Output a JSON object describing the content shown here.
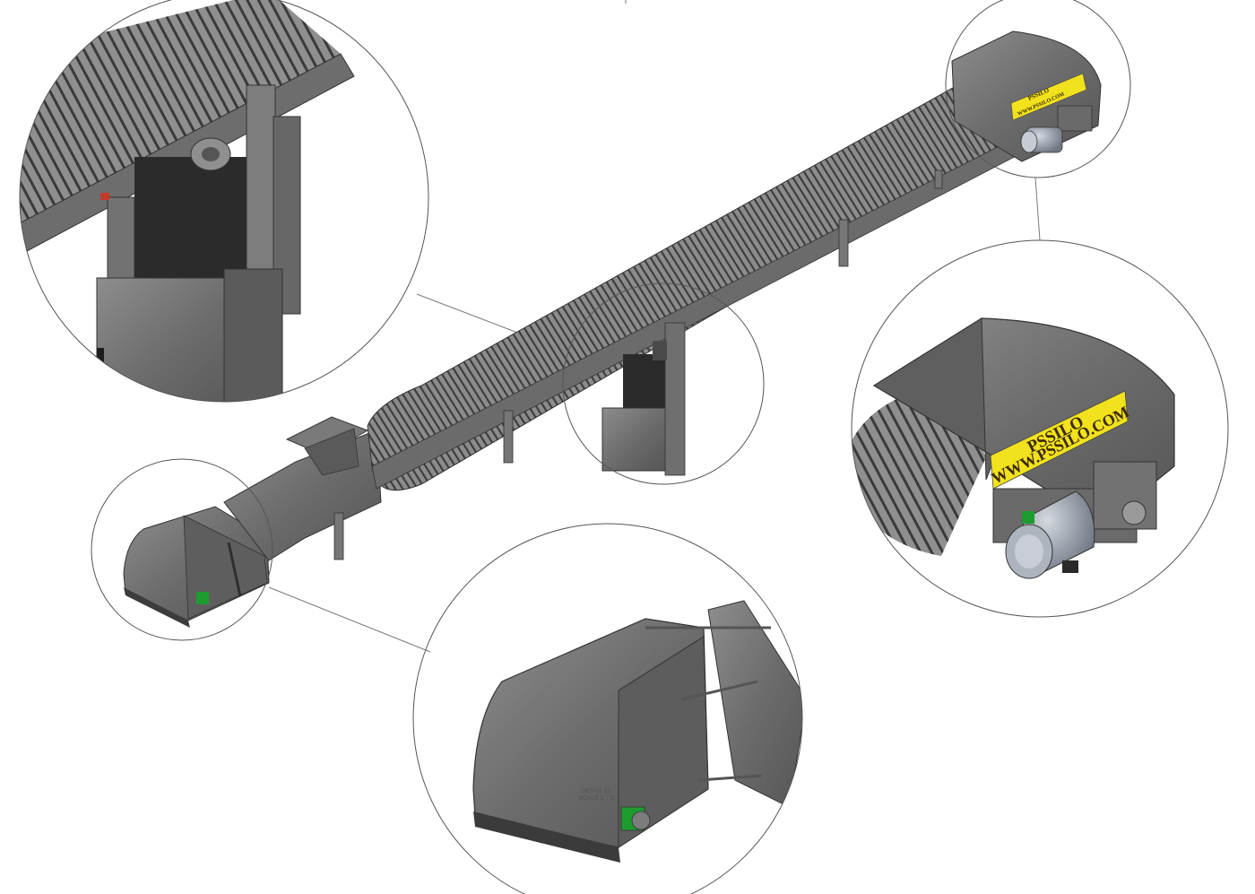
{
  "drawing": {
    "brand_label_1": "PSSILO",
    "brand_label_2": "WWW.PSSILO.COM",
    "detail_note_line1": "DETAIL D",
    "detail_note_line2": "SCALE 1 : 5"
  },
  "colors": {
    "steel_light": "#8a8a8a",
    "steel_mid": "#6e6e6e",
    "steel_dark": "#4c4c4c",
    "belt_black": "#2b2b2b",
    "label_yellow": "#f2e21d",
    "motor_blue_grey": "#9aa3b0",
    "accent_green": "#1e9b2f",
    "accent_red": "#c33a2a",
    "callout_line": "#7a7a7a"
  },
  "icons": {
    "drive_motor": "electric-motor-icon",
    "gearbox": "gearbox-icon",
    "bearing": "bearing-housing-icon"
  }
}
